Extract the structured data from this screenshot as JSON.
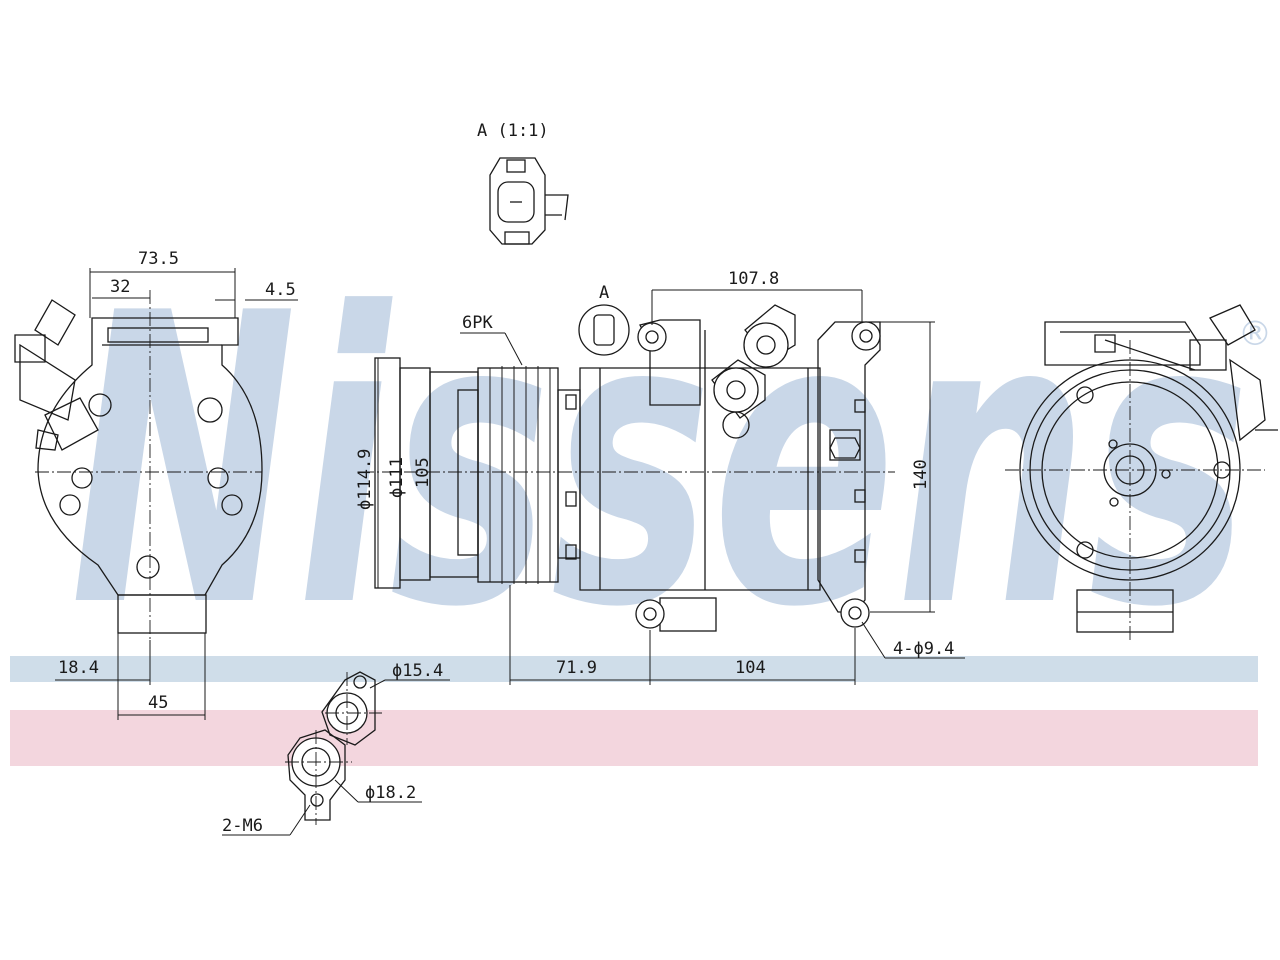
{
  "watermark": {
    "text": "Nissens",
    "registered_mark": "®",
    "color": "#c9d7e8",
    "stripe_blue": "#cfdde9",
    "stripe_pink": "#f3d6de"
  },
  "detail": {
    "title": "A (1:1)",
    "callout": "A"
  },
  "dimensions": {
    "d73_5": "73.5",
    "d32": "32",
    "d4_5": "4.5",
    "d18_4": "18.4",
    "d45": "45",
    "d107_8": "107.8",
    "pulley": "6PK",
    "d114_9": "ϕ114.9",
    "d111": "ϕ111",
    "d105": "105",
    "d140": "140",
    "d71_9": "71.9",
    "d104": "104",
    "holes": "4-ϕ9.4",
    "d15_4": "ϕ15.4",
    "d18_2": "ϕ18.2",
    "bolts": "2-M6"
  }
}
